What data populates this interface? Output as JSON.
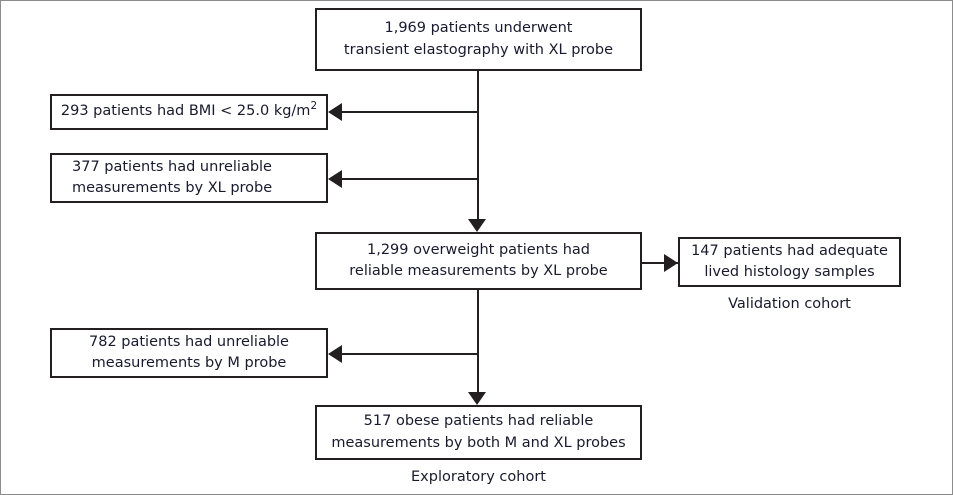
{
  "diagram": {
    "type": "flowchart",
    "title": "Patient enrollment flow for transient elastography study",
    "nodes": {
      "enrolled": {
        "line1": "1,969 patients underwent",
        "line2": "transient elastography with XL probe"
      },
      "excluded_bmi": {
        "line1_a": "293 patients had BMI < 25.0 kg/m",
        "line1_sup": "2"
      },
      "excluded_xl_unreliable": {
        "line1": "377 patients had unreliable",
        "line2": "measurements by XL probe"
      },
      "overweight_reliable_xl": {
        "line1": "1,299 overweight patients had",
        "line2": "reliable measurements by XL probe"
      },
      "validation_biopsy": {
        "line1": "147 patients had adequate",
        "line2": "lived histology samples"
      },
      "excluded_m_unreliable": {
        "line1": "782 patients had unreliable",
        "line2": "measurements by M probe"
      },
      "obese_reliable_both": {
        "line1": "517 obese patients had reliable",
        "line2": "measurements by both M and XL probes"
      }
    },
    "captions": {
      "validation": "Validation cohort",
      "exploratory": "Exploratory cohort"
    },
    "colors": {
      "box_border": "#231f20",
      "connector": "#231f20",
      "text": "#1a1a2e",
      "frame": "#8c8c8c",
      "background": "#ffffff"
    }
  }
}
